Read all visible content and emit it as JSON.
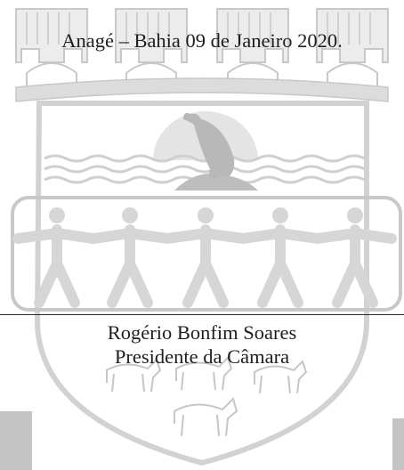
{
  "document": {
    "place_date": "Anagé – Bahia 09 de Janeiro 2020.",
    "signatory": {
      "name": "Rogério Bonfim Soares",
      "role": "Presidente da Câmara"
    }
  },
  "watermark": {
    "kind": "municipal coat of arms",
    "icon": "coat-of-arms-icon",
    "fill_color": "#dcdcdc",
    "dark_color": "#bdbdbd",
    "outline_color": "#c8c8c8"
  }
}
